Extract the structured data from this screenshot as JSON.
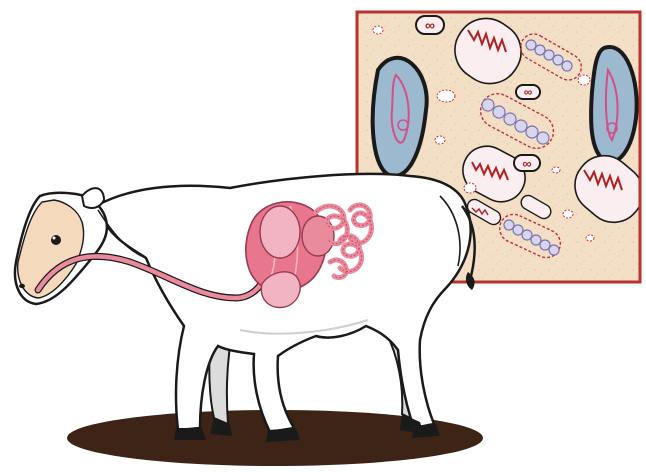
{
  "colors": {
    "background": "#ffffff",
    "microscope_frame": "#b8322e",
    "microscope_fill": "#f3dfc6",
    "ground_shadow": "#3d2417",
    "digestive_tract_pink": "#e98a9d",
    "digestive_tract_light": "#f2b4c2",
    "rumen_pink": "#e7768e",
    "bacteria_outline_red": "#b83a3a",
    "protozoa_blue": "#9db9cf",
    "beads_lavender": "#d8d6ec",
    "muzzle_tan": "#f5d9bd",
    "body_white": "#ffffff",
    "outline_black": "#1a1a1a",
    "leg_shade_gray": "#dcdcdc"
  },
  "illustration": {
    "subject": "cow-side-view",
    "inset": "microscopic-view-of-rumen-microbes",
    "microbe_types": [
      "protozoa",
      "bacillus-bacteria",
      "streptococcus-chains",
      "spirochete-filaments",
      "cocci-pairs",
      "debris-particles"
    ]
  }
}
